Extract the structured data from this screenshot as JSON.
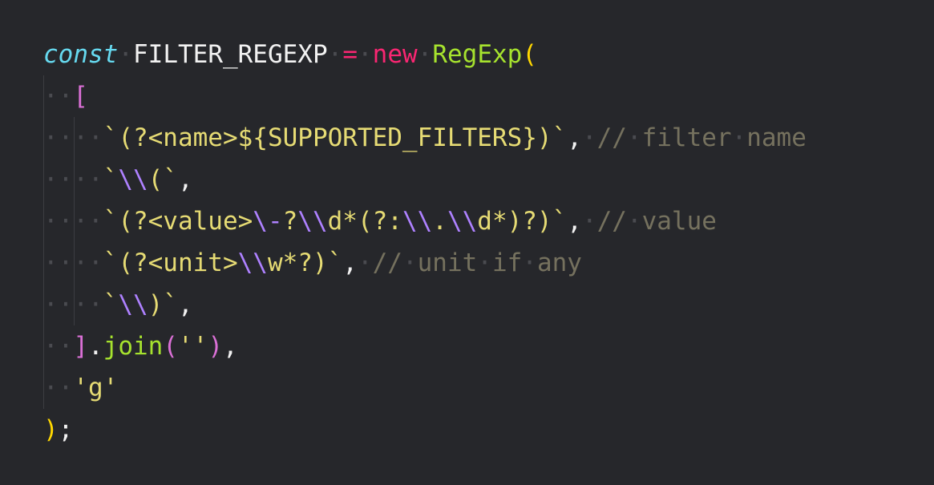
{
  "code": {
    "lines": [
      [
        {
          "t": "const",
          "c": "kw-const"
        },
        {
          "t": "·",
          "c": "ws"
        },
        {
          "t": "FILTER_REGEXP",
          "c": "ident"
        },
        {
          "t": "·",
          "c": "ws"
        },
        {
          "t": "=",
          "c": "op"
        },
        {
          "t": "·",
          "c": "ws"
        },
        {
          "t": "new",
          "c": "kw-new"
        },
        {
          "t": "·",
          "c": "ws"
        },
        {
          "t": "RegExp",
          "c": "cls"
        },
        {
          "t": "(",
          "c": "paren"
        }
      ],
      [
        {
          "t": "··",
          "c": "ws"
        },
        {
          "t": "[",
          "c": "bracket"
        }
      ],
      [
        {
          "t": "····",
          "c": "ws"
        },
        {
          "t": "`(?<name>${SUPPORTED_FILTERS})`",
          "c": "str"
        },
        {
          "t": ",",
          "c": "punc"
        },
        {
          "t": "·",
          "c": "ws"
        },
        {
          "t": "//",
          "c": "cmt"
        },
        {
          "t": "·",
          "c": "ws"
        },
        {
          "t": "filter",
          "c": "cmt"
        },
        {
          "t": "·",
          "c": "ws"
        },
        {
          "t": "name",
          "c": "cmt"
        }
      ],
      [
        {
          "t": "····",
          "c": "ws"
        },
        {
          "t": "`",
          "c": "str"
        },
        {
          "t": "\\\\",
          "c": "esc"
        },
        {
          "t": "(`",
          "c": "str"
        },
        {
          "t": ",",
          "c": "punc"
        }
      ],
      [
        {
          "t": "····",
          "c": "ws"
        },
        {
          "t": "`(?<value>",
          "c": "str"
        },
        {
          "t": "\\-",
          "c": "esc"
        },
        {
          "t": "?",
          "c": "str"
        },
        {
          "t": "\\\\",
          "c": "esc"
        },
        {
          "t": "d*(?:",
          "c": "str"
        },
        {
          "t": "\\\\",
          "c": "esc"
        },
        {
          "t": ".",
          "c": "str"
        },
        {
          "t": "\\\\",
          "c": "esc"
        },
        {
          "t": "d*)?)`",
          "c": "str"
        },
        {
          "t": ",",
          "c": "punc"
        },
        {
          "t": "·",
          "c": "ws"
        },
        {
          "t": "//",
          "c": "cmt"
        },
        {
          "t": "·",
          "c": "ws"
        },
        {
          "t": "value",
          "c": "cmt"
        }
      ],
      [
        {
          "t": "····",
          "c": "ws"
        },
        {
          "t": "`(?<unit>",
          "c": "str"
        },
        {
          "t": "\\\\",
          "c": "esc"
        },
        {
          "t": "w*?)`",
          "c": "str"
        },
        {
          "t": ",",
          "c": "punc"
        },
        {
          "t": "·",
          "c": "ws"
        },
        {
          "t": "//",
          "c": "cmt"
        },
        {
          "t": "·",
          "c": "ws"
        },
        {
          "t": "unit",
          "c": "cmt"
        },
        {
          "t": "·",
          "c": "ws"
        },
        {
          "t": "if",
          "c": "cmt"
        },
        {
          "t": "·",
          "c": "ws"
        },
        {
          "t": "any",
          "c": "cmt"
        }
      ],
      [
        {
          "t": "····",
          "c": "ws"
        },
        {
          "t": "`",
          "c": "str"
        },
        {
          "t": "\\\\",
          "c": "esc"
        },
        {
          "t": ")`",
          "c": "str"
        },
        {
          "t": ",",
          "c": "punc"
        }
      ],
      [
        {
          "t": "··",
          "c": "ws"
        },
        {
          "t": "]",
          "c": "bracket"
        },
        {
          "t": ".",
          "c": "punc"
        },
        {
          "t": "join",
          "c": "method"
        },
        {
          "t": "(",
          "c": "bracket2"
        },
        {
          "t": "''",
          "c": "str"
        },
        {
          "t": ")",
          "c": "bracket2"
        },
        {
          "t": ",",
          "c": "punc"
        }
      ],
      [
        {
          "t": "··",
          "c": "ws"
        },
        {
          "t": "'g'",
          "c": "str"
        }
      ],
      [
        {
          "t": ")",
          "c": "paren"
        },
        {
          "t": ";",
          "c": "punc"
        }
      ]
    ]
  }
}
